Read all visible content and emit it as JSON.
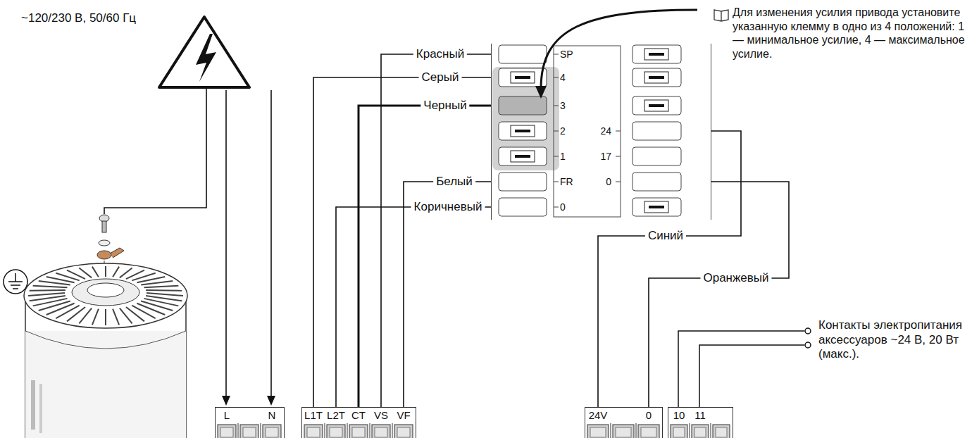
{
  "diagram": {
    "nodes": [
      {
        "text": [
          "SP",
          "4",
          "3",
          "2",
          "1",
          "FR",
          "0",
          "24",
          "17",
          "0"
        ]
      },
      {
        "text": [
          "L",
          "N"
        ]
      },
      {
        "text": [
          "L1T",
          "L2T",
          "CT",
          "VS",
          "VF"
        ]
      },
      {
        "text": [
          "24V",
          "0"
        ]
      },
      {
        "text": [
          "10",
          "11"
        ]
      }
    ],
    "edges": [
      {
        "from": 0,
        "to": 2,
        "label": "Красный",
        "arrow": "none"
      },
      {
        "from": 0,
        "to": 2,
        "label": "Серый",
        "arrow": "none"
      },
      {
        "from": 0,
        "to": 2,
        "label": "Черный",
        "arrow": "none"
      },
      {
        "from": 0,
        "to": 2,
        "label": "Белый",
        "arrow": "none"
      },
      {
        "from": 0,
        "to": 2,
        "label": "Коричневый",
        "arrow": "none"
      },
      {
        "from": 0,
        "to": 3,
        "label": "Синий",
        "arrow": "none"
      },
      {
        "from": 0,
        "to": 3,
        "label": "Оранжевый",
        "arrow": "none"
      }
    ],
    "labels": [
      "~120/230 В, 50/60 Гц",
      "Для изменения усилия привода установите указанную клемму в одно из 4 положений: 1 — минимальное усилие, 4 — максимальное усилие.",
      "Контакты электропитания аксессуаров ~24 В, 20 Вт (макс.)."
    ]
  }
}
